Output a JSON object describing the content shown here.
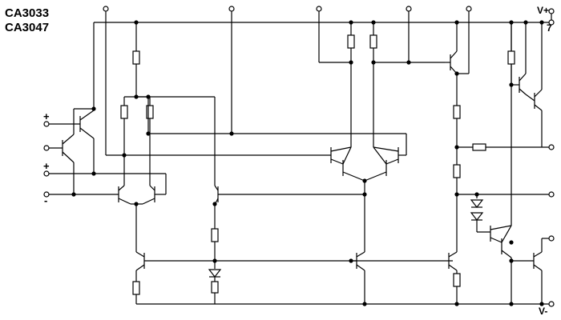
{
  "title_lines": [
    "CA3033",
    "CA3047"
  ],
  "supply": {
    "positive": "V+",
    "negative": "V-",
    "pin": "7"
  },
  "input_signs": [
    "+",
    "-",
    "+",
    "-"
  ],
  "colors": {
    "wire": "#000000",
    "background": "#ffffff"
  }
}
